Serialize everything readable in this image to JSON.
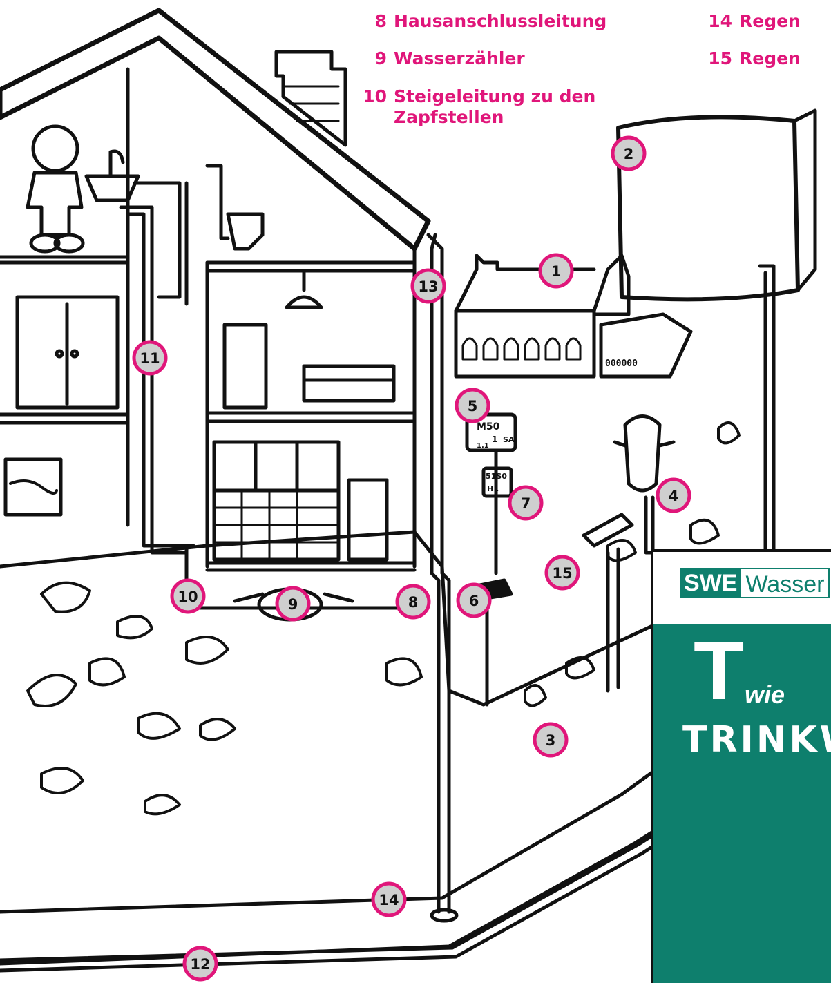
{
  "legend": [
    {
      "num": "8",
      "text": "Hausanschlussleitung"
    },
    {
      "num": "9",
      "text": "Wasserzähler"
    },
    {
      "num": "10",
      "text": "Steigeleitung zu den",
      "text2": "Zapfstellen"
    },
    {
      "num": "14",
      "text": "Regen"
    },
    {
      "num": "15",
      "text": "Regen"
    }
  ],
  "badges": [
    "1",
    "2",
    "3",
    "4",
    "5",
    "6",
    "7",
    "8",
    "9",
    "10",
    "11",
    "12",
    "13",
    "14",
    "15"
  ],
  "signs": {
    "sign1_top": "M50",
    "sign1_mid": "1",
    "sign1_right": "SA",
    "sign1_bottom": "1.1",
    "sign2_top": "51S0",
    "sign2_bottom": "H1"
  },
  "building_windows": "000000",
  "brand": {
    "swe": "SWE",
    "wasser": "Wasser",
    "big_letter": "T",
    "wie": "wie",
    "word": "TRINKWASSER"
  },
  "colors": {
    "accent": "#e0167a",
    "badge_fill": "#cfcfcf",
    "brand_green": "#0e7f6d",
    "line": "#111111"
  }
}
